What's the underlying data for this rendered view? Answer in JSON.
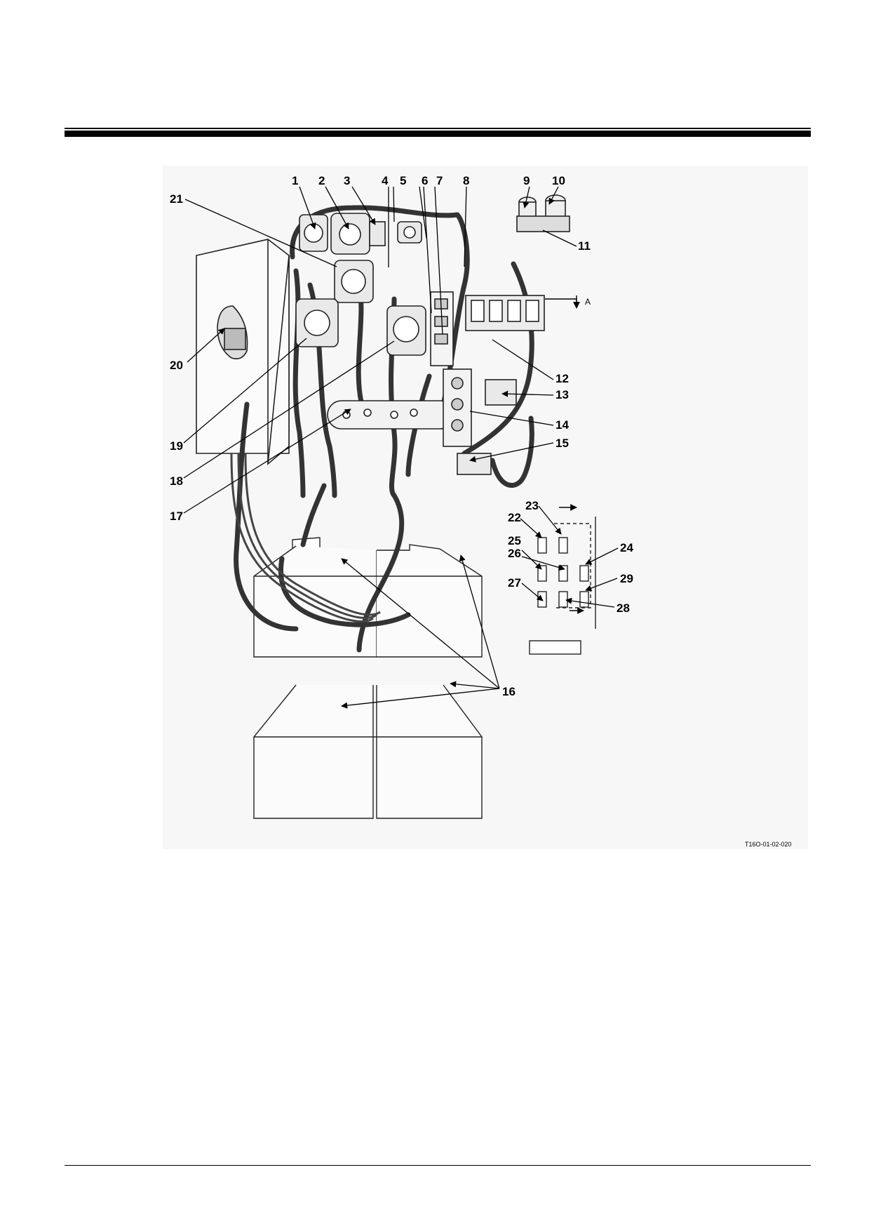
{
  "figure": {
    "id_code": "T16O-01-02-020",
    "view_label": "A",
    "callouts": [
      "1",
      "2",
      "3",
      "4",
      "5",
      "6",
      "7",
      "8",
      "9",
      "10",
      "11",
      "12",
      "13",
      "14",
      "15",
      "16",
      "17",
      "18",
      "19",
      "20",
      "21",
      "22",
      "23",
      "24",
      "25",
      "26",
      "27",
      "28",
      "29"
    ]
  }
}
